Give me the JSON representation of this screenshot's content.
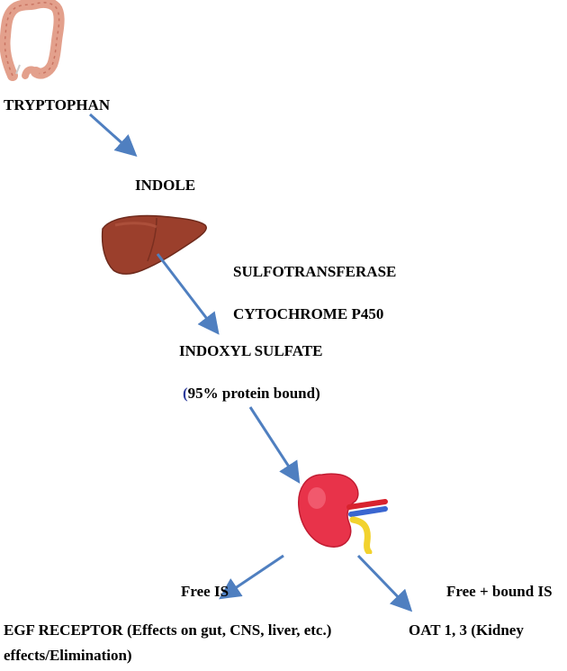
{
  "labels": {
    "tryptophan": "TRYPTOPHAN",
    "indole": "INDOLE",
    "sulfotransferase": "SULFOTRANSFERASE",
    "cytochrome": "CYTOCHROME P450",
    "indoxyl_sulfate": "INDOXYL SULFATE",
    "protein_bound_paren": "(",
    "protein_bound_text": "95% protein bound)",
    "free_is": "Free IS",
    "free_bound_is": "Free + bound IS",
    "egf_receptor_line1": "EGF RECEPTOR (Effects on gut, CNS, liver, etc.)",
    "egf_receptor_line2": "effects/Elimination)",
    "oat": "OAT 1, 3 (Kidney"
  },
  "icons": {
    "colon": "colon-icon",
    "liver": "liver-icon",
    "kidney": "kidney-icon"
  },
  "colors": {
    "arrow": "#4f7fc0",
    "text": "#000000",
    "paren": "#2b3a9b",
    "colon": "#e3a08c",
    "liver": "#9b3f2c",
    "kidney": "#e8334a"
  }
}
